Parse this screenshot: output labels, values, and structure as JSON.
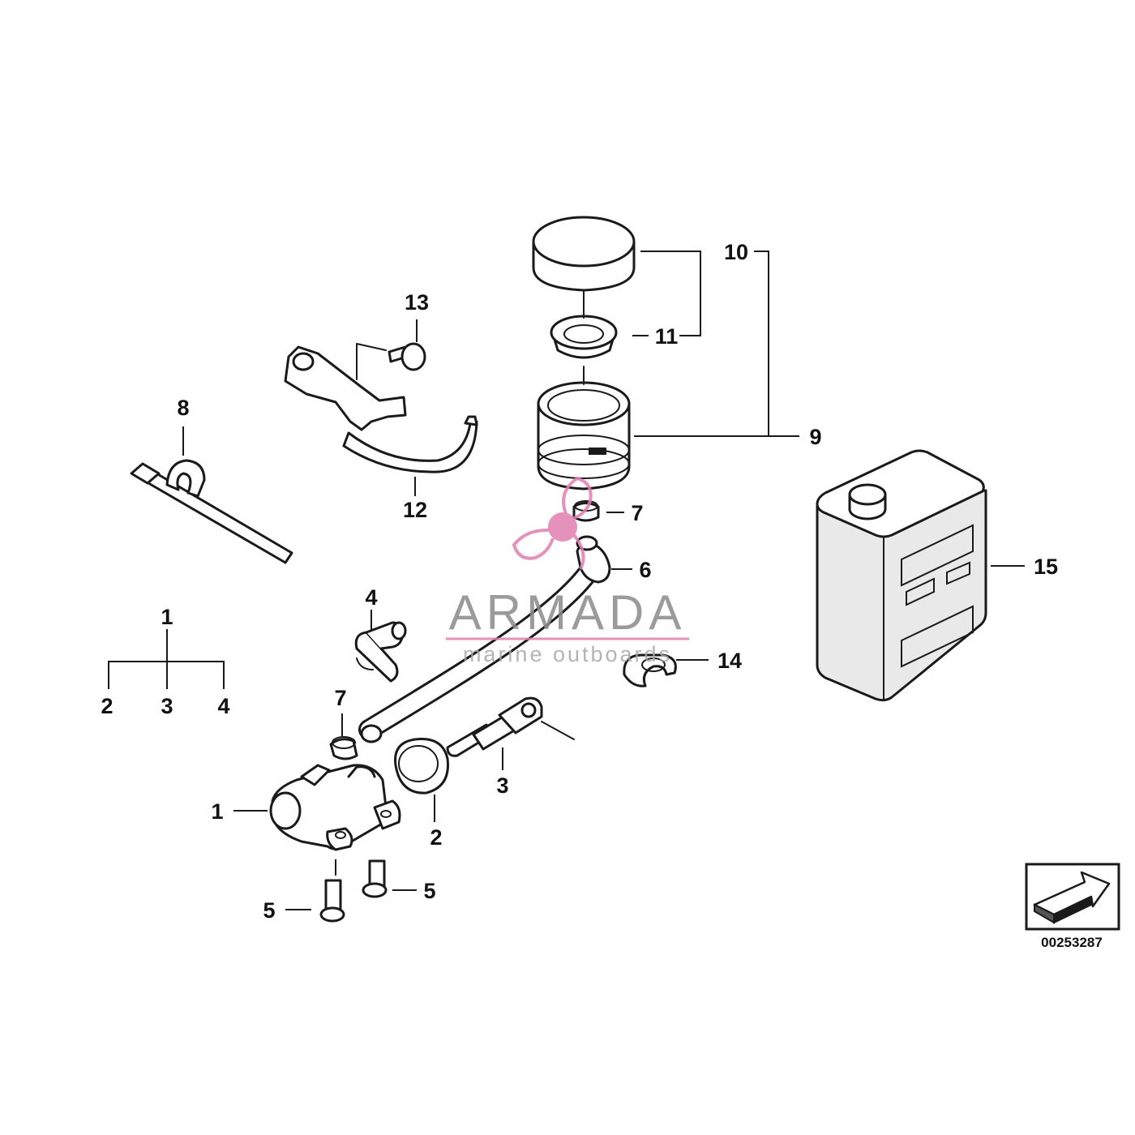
{
  "callouts": {
    "n1_main": "1",
    "n2": "2",
    "n3": "3",
    "n4": "4",
    "n5_a": "5",
    "n5_b": "5",
    "n6": "6",
    "n7_top": "7",
    "n7_low": "7",
    "n8": "8",
    "n9": "9",
    "n10": "10",
    "n11": "11",
    "n12": "12",
    "n13": "13",
    "n14": "14",
    "n15": "15"
  },
  "legend_tree": {
    "root": "1",
    "leaf_a": "2",
    "leaf_b": "3",
    "leaf_c": "4"
  },
  "watermark": {
    "brand": "ARMADA",
    "tagline": "marine outboards",
    "color_accent": "#e07fb0"
  },
  "reference": {
    "number": "00253287"
  }
}
